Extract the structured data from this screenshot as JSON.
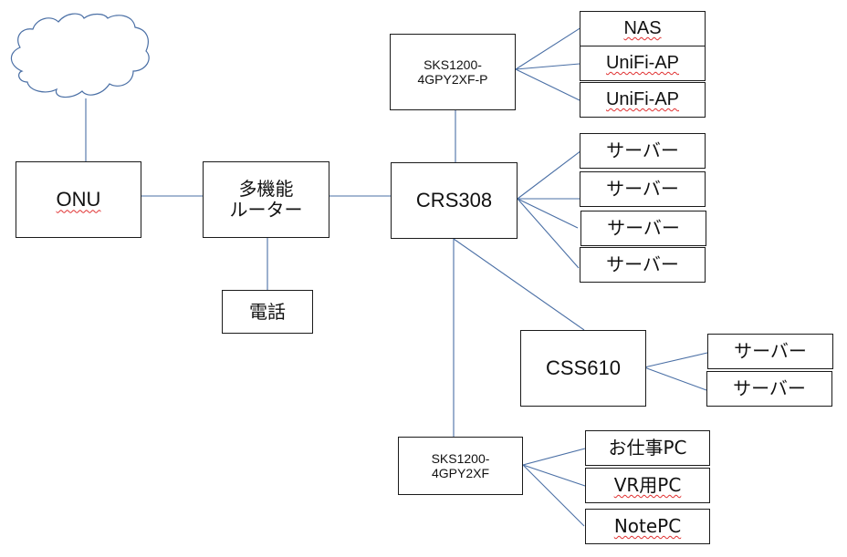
{
  "diagram": {
    "type": "network-topology",
    "line_color": "#4a6fa5",
    "nodes": {
      "internet": {
        "label": "",
        "icon": "cloud-icon"
      },
      "onu": {
        "label": "ONU"
      },
      "router": {
        "label": "多機能\nルーター"
      },
      "phone": {
        "label": "電話"
      },
      "crs308": {
        "label": "CRS308"
      },
      "sks_p": {
        "label": "SKS1200-\n4GPY2XF-P"
      },
      "nas": {
        "label": "NAS"
      },
      "unifi_ap_1": {
        "label": "UniFi-AP"
      },
      "unifi_ap_2": {
        "label": "UniFi-AP"
      },
      "server_1": {
        "label": "サーバー"
      },
      "server_2": {
        "label": "サーバー"
      },
      "server_3": {
        "label": "サーバー"
      },
      "server_4": {
        "label": "サーバー"
      },
      "css610": {
        "label": "CSS610"
      },
      "server_5": {
        "label": "サーバー"
      },
      "server_6": {
        "label": "サーバー"
      },
      "sks": {
        "label": "SKS1200-\n4GPY2XF"
      },
      "work_pc": {
        "label": "お仕事PC"
      },
      "vr_pc": {
        "label": "VR用PC"
      },
      "note_pc": {
        "label": "NotePC"
      }
    },
    "edges": [
      [
        "internet",
        "onu"
      ],
      [
        "onu",
        "router"
      ],
      [
        "router",
        "phone"
      ],
      [
        "router",
        "crs308"
      ],
      [
        "crs308",
        "sks_p"
      ],
      [
        "sks_p",
        "nas"
      ],
      [
        "sks_p",
        "unifi_ap_1"
      ],
      [
        "sks_p",
        "unifi_ap_2"
      ],
      [
        "crs308",
        "server_1"
      ],
      [
        "crs308",
        "server_2"
      ],
      [
        "crs308",
        "server_3"
      ],
      [
        "crs308",
        "server_4"
      ],
      [
        "crs308",
        "css610"
      ],
      [
        "css610",
        "server_5"
      ],
      [
        "css610",
        "server_6"
      ],
      [
        "crs308",
        "sks"
      ],
      [
        "sks",
        "work_pc"
      ],
      [
        "sks",
        "vr_pc"
      ],
      [
        "sks",
        "note_pc"
      ]
    ]
  }
}
